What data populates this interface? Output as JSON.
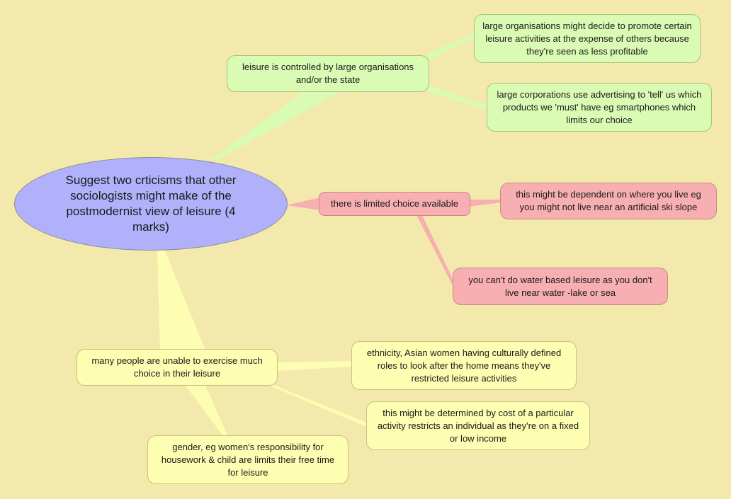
{
  "colors": {
    "background": "#f3e9ad",
    "root": "#b1b1fb",
    "green": "#dafbb4",
    "pink": "#f7afb1",
    "yellow": "#fefeb2"
  },
  "root": {
    "text": "Suggest two crticisms that other sociologists might make of the postmodernist view of leisure (4 marks)"
  },
  "branches": {
    "control": {
      "text": "leisure is controlled by large organisations and/or the state",
      "children": [
        "large organisations might decide to promote certain leisure activities at the expense of others because they're seen as less profitable",
        "large corporations use advertising to 'tell' us which products we 'must' have eg smartphones which limits our choice"
      ]
    },
    "choice": {
      "text": "there is limited choice available",
      "children": [
        "this might be dependent on where you live eg you might not live near an artificial ski slope",
        "you can't do water based leisure as you don't live near water -lake or sea"
      ]
    },
    "unable": {
      "text": "many people are unable to exercise much choice in their leisure",
      "children": [
        "ethnicity, Asian women having culturally defined roles to look after the home means they've restricted leisure activities",
        "this might be determined by cost of a particular activity restricts an individual as they're on a fixed or low income",
        "gender, eg women's responsibility for housework & child are limits their free time for leisure"
      ]
    }
  }
}
